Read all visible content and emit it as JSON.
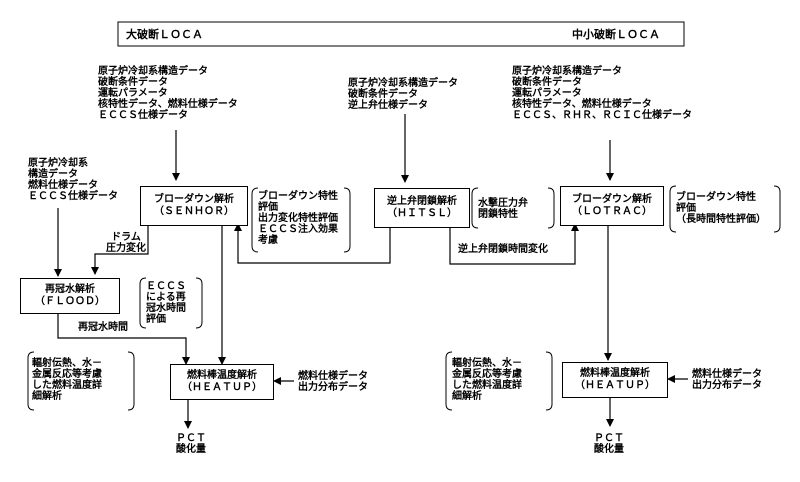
{
  "header": {
    "left_label": "大破断ＬＯＣＡ",
    "right_label": "中小破断ＬＯＣＡ"
  },
  "inputs": {
    "large_top": "原子炉冷却系構造データ\n破断条件データ\n運転パラメータ\n核特性データ、燃料仕様データ\nＥＣＣＳ仕様データ",
    "hitsl_top": "原子炉冷却系構造データ\n破断条件データ\n逆上弁仕様データ",
    "small_top": "原子炉冷却系構造データ\n破断条件データ\n運転パラメータ\n核特性データ、燃料仕様データ\nＥＣＣＳ、ＲＨＲ、ＲＣＩＣ仕様データ",
    "flood_left": "原子炉冷却系\n構造データ\n燃料仕様データ\nＥＣＣＳ仕様データ",
    "heatup_fuel_left": "燃料仕様データ\n出力分布データ",
    "heatup_fuel_right": "燃料仕様データ\n出力分布データ"
  },
  "boxes": {
    "senhor": "ブローダウン解析\n（ＳＥＮＨＯＲ）",
    "hitsl": "逆上弁閉鎖解析\n（ＨＩＴＳＬ）",
    "lotrac": "ブローダウン解析\n（ＬＯＴＲＡＣ）",
    "flood": "再冠水解析\n（ＦＬＯＯＤ）",
    "heatup_left": "燃料棒温度解析\n（ＨＥＡＴＵＰ）",
    "heatup_right": "燃料棒温度解析\n（ＨＥＡＴＵＰ）"
  },
  "notes": {
    "senhor": "ブローダウン特性\n評価\n出力変化特性評価\nＥＣＣＳ注入効果\n考慮",
    "hitsl": "水撃圧力弁\n閉鎖特性",
    "lotrac": "ブローダウン特性\n評価\n（長時間特性評価）",
    "flood": "ＥＣＣＳ\nによる再\n冠水時間\n評価",
    "heatup_left": "輻射伝熱、水－\n金属反応等考慮\nした燃料温度詳\n細解析",
    "heatup_right": "輻射伝熱、水－\n金属反応等考慮\nした燃料温度詳\n細解析"
  },
  "edge_labels": {
    "drum_pressure": "ドラム\n圧力変化",
    "reflood_time": "再冠水時間",
    "valve_close_time": "逆上弁閉鎖時間変化"
  },
  "outputs": {
    "left": "ＰＣＴ\n酸化量",
    "right": "ＰＣＴ\n酸化量"
  }
}
